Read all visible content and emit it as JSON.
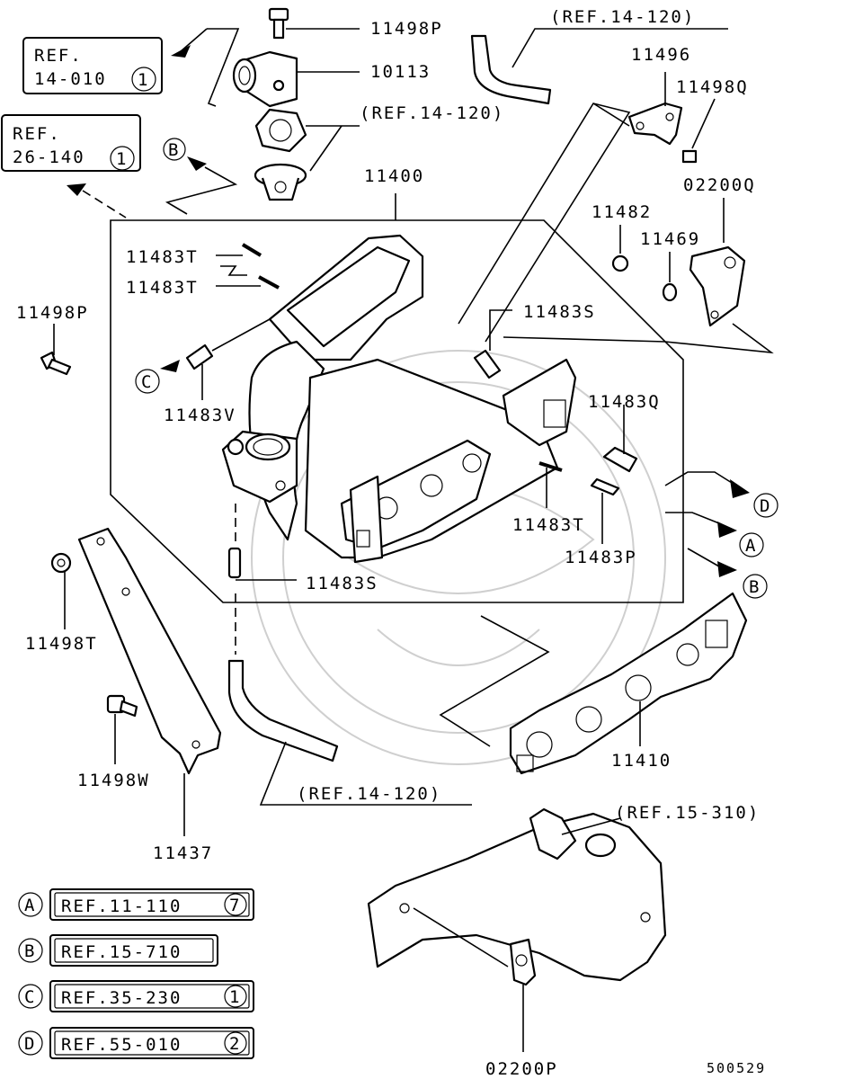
{
  "parts": {
    "p11498P_top": "11498P",
    "p10113": "10113",
    "ref_14_120_a": "(REF.14-120)",
    "ref_14_120_b": "(REF.14-120)",
    "p11496": "11496",
    "p11498Q": "11498Q",
    "p02200Q": "02200Q",
    "p11400": "11400",
    "p11482": "11482",
    "p11469": "11469",
    "p11483T_a": "11483T",
    "p11483T_b": "11483T",
    "p11498P_left": "11498P",
    "p11483S_top": "11483S",
    "p11483Q": "11483Q",
    "p11483V": "11483V",
    "p11483T_c": "11483T",
    "p11483P": "11483P",
    "p11483S_bot": "11483S",
    "p11498T": "11498T",
    "p11410": "11410",
    "p11498W": "11498W",
    "ref_14_120_c": "(REF.14-120)",
    "ref_15_310": "(REF.15-310)",
    "p11437": "11437",
    "p02200P": "02200P",
    "code": "500529"
  },
  "ref_boxes": {
    "box1_line1": "REF.",
    "box1_line2": "14-010",
    "box1_num": "1",
    "box2_line1": "REF.",
    "box2_line2": "26-140",
    "box2_num": "1"
  },
  "arrow_letters": {
    "B_top": "B",
    "C_left": "C",
    "D_right": "D",
    "A_right": "A",
    "B_right": "B"
  },
  "legend": [
    {
      "letter": "A",
      "ref": "REF.11-110",
      "num": "7"
    },
    {
      "letter": "B",
      "ref": "REF.15-710",
      "num": ""
    },
    {
      "letter": "C",
      "ref": "REF.35-230",
      "num": "1"
    },
    {
      "letter": "D",
      "ref": "REF.55-010",
      "num": "2"
    }
  ]
}
